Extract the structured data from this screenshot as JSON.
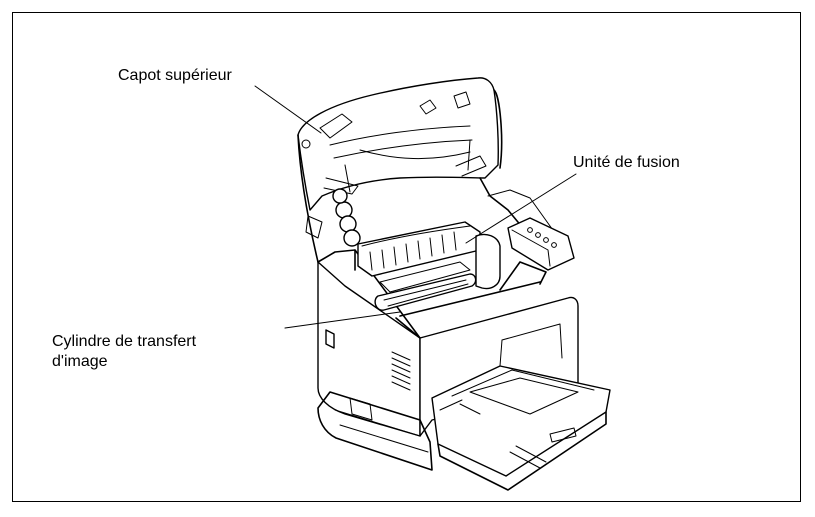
{
  "figure": {
    "labels": {
      "top_cover": "Capot supérieur",
      "fuser_unit": "Unité de fusion",
      "transfer_roller_line1": "Cylindre de transfert",
      "transfer_roller_line2": "d'image"
    }
  }
}
